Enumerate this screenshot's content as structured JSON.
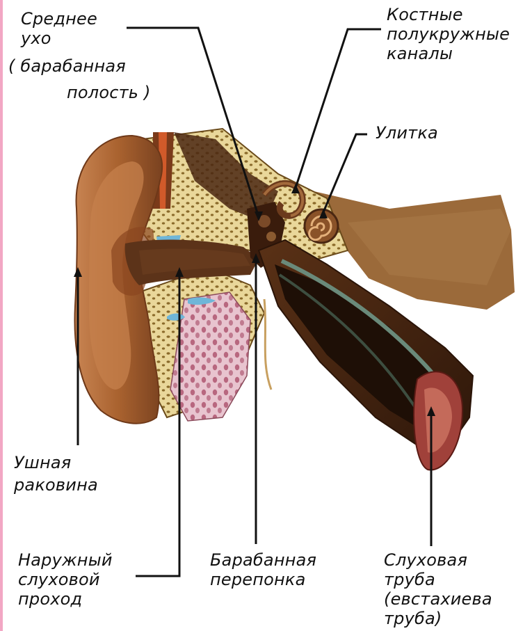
{
  "labels": {
    "middle_ear": {
      "line1": "Среднее",
      "line2": "ухо",
      "line3": "( барабанная",
      "line4": "полость )"
    },
    "semicircular_canals": {
      "line1": "Костные",
      "line2": "полукружные",
      "line3": "каналы"
    },
    "cochlea": "Улитка",
    "auricle": {
      "line1": "Ушная",
      "line2": "раковина"
    },
    "ear_canal": {
      "line1": "Наружный",
      "line2": "слуховой",
      "line3": "проход"
    },
    "eardrum": {
      "line1": "Барабанная",
      "line2": "перепонка"
    },
    "eustachian_tube": {
      "line1": "Слуховая",
      "line2": "труба",
      "line3": "(евстахиева",
      "line4": "труба)"
    }
  },
  "colors": {
    "skin": "#b36a3a",
    "skin_light": "#d49a62",
    "dark_tissue": "#4a2712",
    "bone": "#e9d79a",
    "bone_pores": "#8a6a2a",
    "muscle_pink": "#d8a3b8",
    "canal_blue": "#6fb6d8",
    "accent_pink": "#f2a7c4",
    "line": "#111111"
  }
}
